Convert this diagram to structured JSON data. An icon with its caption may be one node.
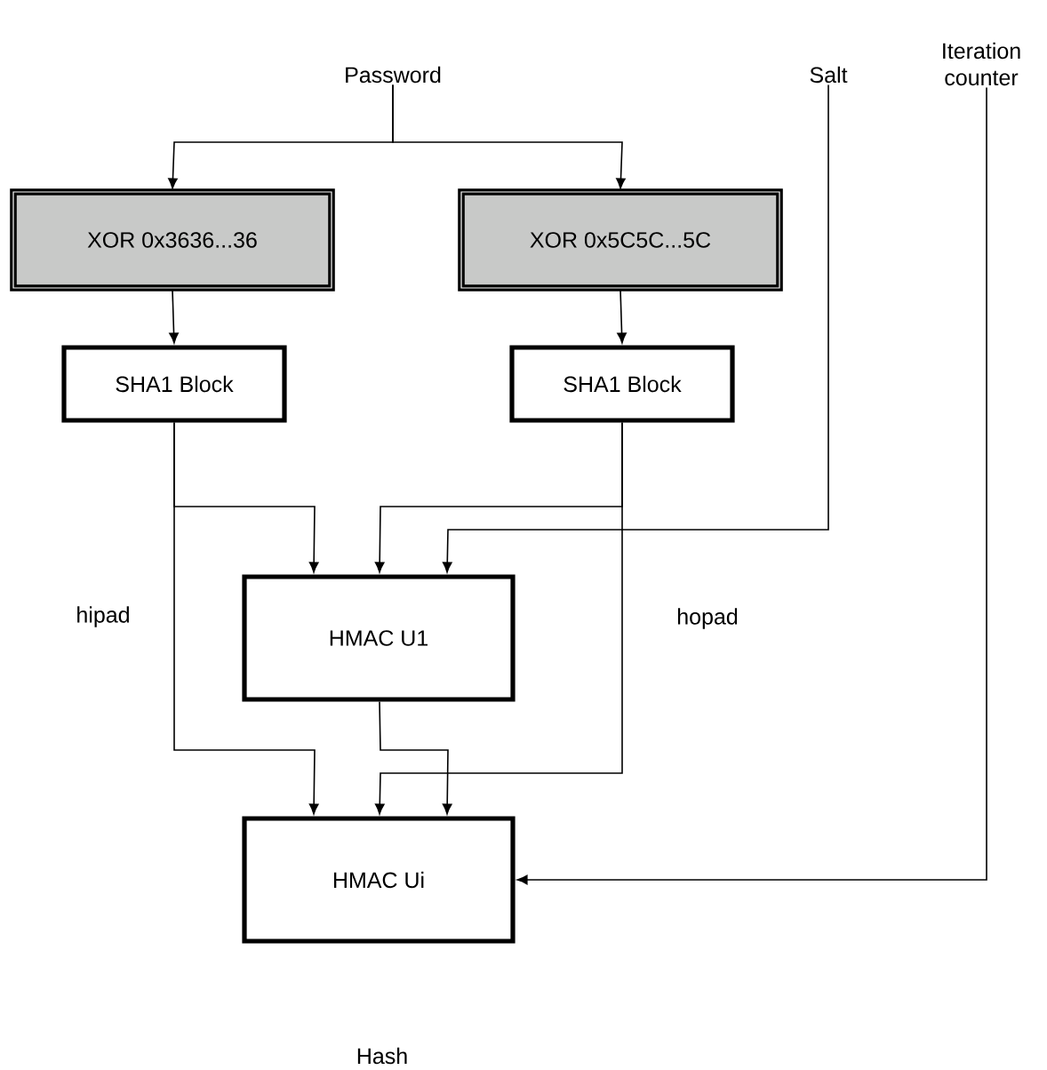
{
  "diagram": {
    "nodes": [
      {
        "text": [
          "Password"
        ]
      },
      {
        "text": [
          "Salt"
        ]
      },
      {
        "text": [
          "Iteration counter"
        ]
      },
      {
        "text": [
          "XOR 0x3636...36"
        ]
      },
      {
        "text": [
          "XOR 0x5C5C...5C"
        ]
      },
      {
        "text": [
          "SHA1 Block"
        ]
      },
      {
        "text": [
          "SHA1 Block"
        ]
      },
      {
        "text": [
          "HMAC U1"
        ]
      },
      {
        "text": [
          "HMAC Ui"
        ]
      }
    ],
    "edges": [
      {
        "from": 0,
        "to": 3,
        "arrow": "to"
      },
      {
        "from": 0,
        "to": 4,
        "arrow": "to"
      },
      {
        "from": 3,
        "to": 5,
        "arrow": "to"
      },
      {
        "from": 4,
        "to": 6,
        "arrow": "to"
      },
      {
        "from": 5,
        "to": 7,
        "arrow": "to"
      },
      {
        "from": 6,
        "to": 7,
        "arrow": "to"
      },
      {
        "from": 1,
        "to": 7,
        "arrow": "to"
      },
      {
        "from": 5,
        "to": 8,
        "arrow": "to"
      },
      {
        "from": 7,
        "to": 8,
        "arrow": "to"
      },
      {
        "from": 6,
        "to": 8,
        "arrow": "to"
      },
      {
        "from": 2,
        "to": 8,
        "arrow": "to"
      }
    ],
    "labels": [
      "hipad",
      "hopad",
      "Hash"
    ]
  }
}
